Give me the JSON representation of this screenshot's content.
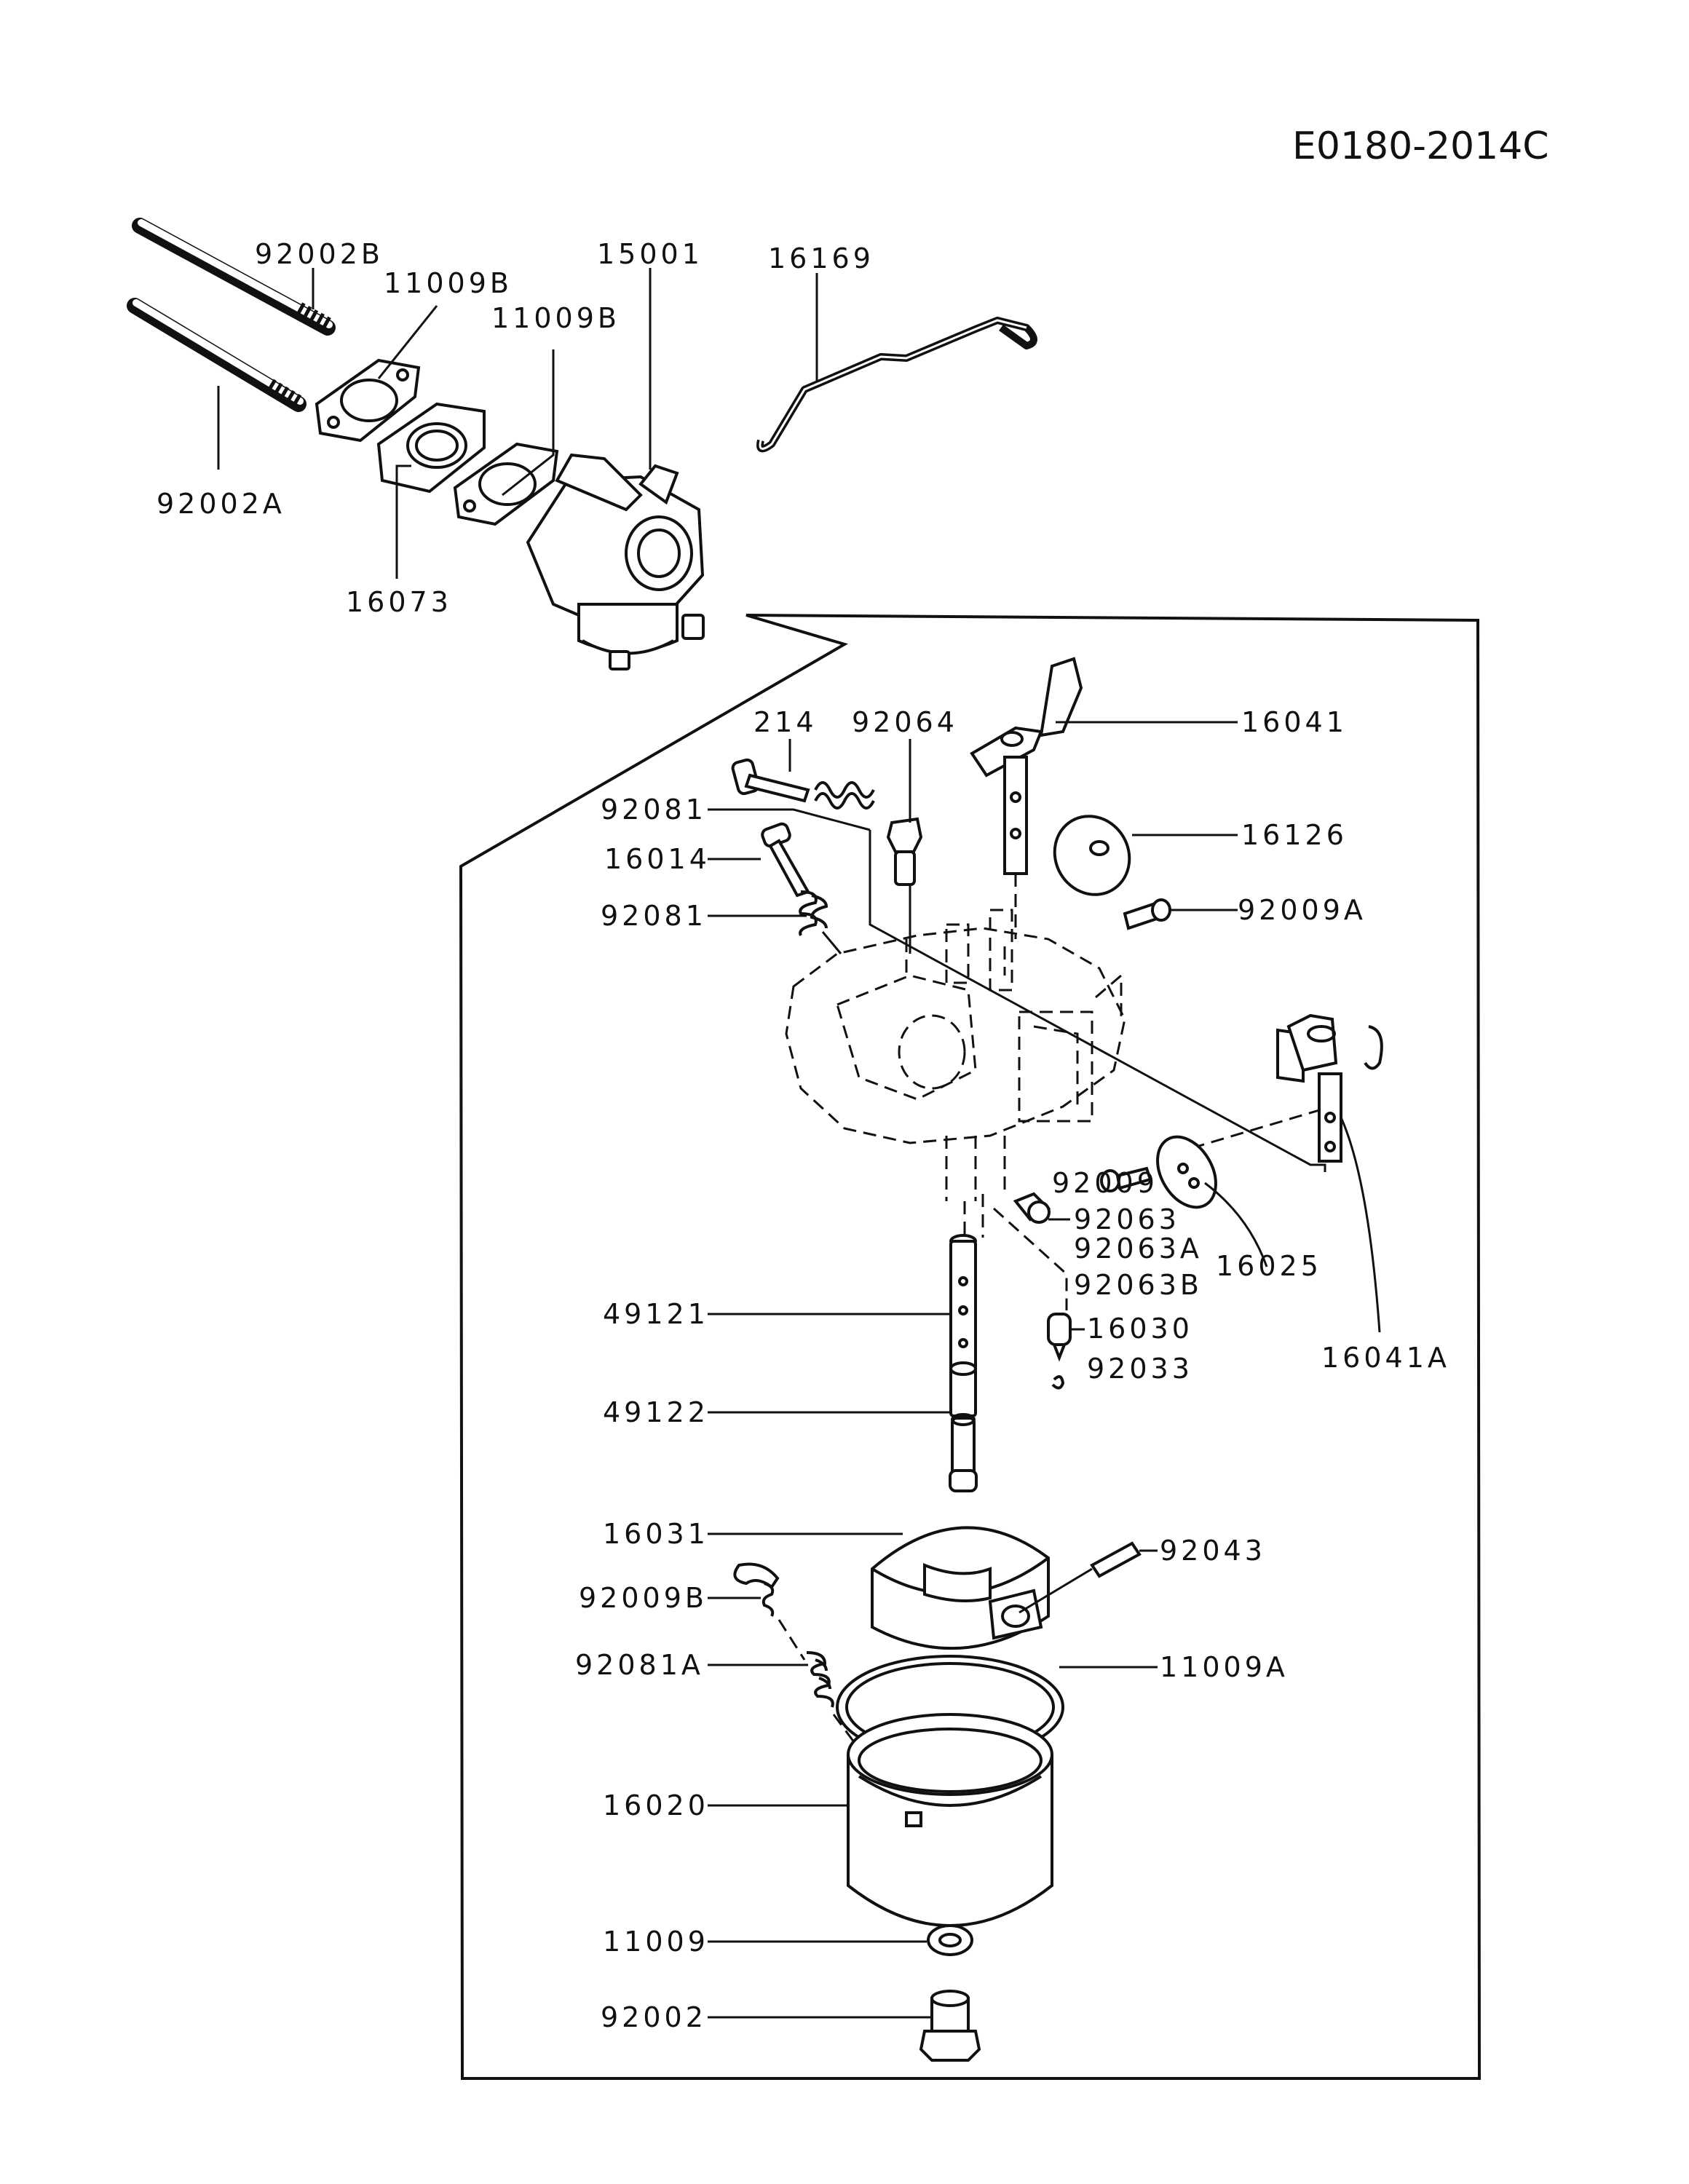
{
  "diagram_code": "E0180-2014C",
  "callouts": {
    "c92002B": "92002B",
    "c11009B_1": "11009B",
    "c15001": "15001",
    "c16169": "16169",
    "c11009B_2": "11009B",
    "c92002A": "92002A",
    "c16073": "16073",
    "c214": "214",
    "c92064": "92064",
    "c16041": "16041",
    "c92081_1": "92081",
    "c16014": "16014",
    "c16126": "16126",
    "c92009A": "92009A",
    "c92081_2": "92081",
    "c92009": "92009",
    "c92063": "92063",
    "c92063A": "92063A",
    "c92063B": "92063B",
    "c16025": "16025",
    "c49121": "49121",
    "c16030": "16030",
    "c16041A": "16041A",
    "c92033": "92033",
    "c49122": "49122",
    "c16031": "16031",
    "c92043": "92043",
    "c92009B": "92009B",
    "c92081A": "92081A",
    "c11009A": "11009A",
    "c16020": "16020",
    "c11009": "11009",
    "c92002": "92002"
  }
}
